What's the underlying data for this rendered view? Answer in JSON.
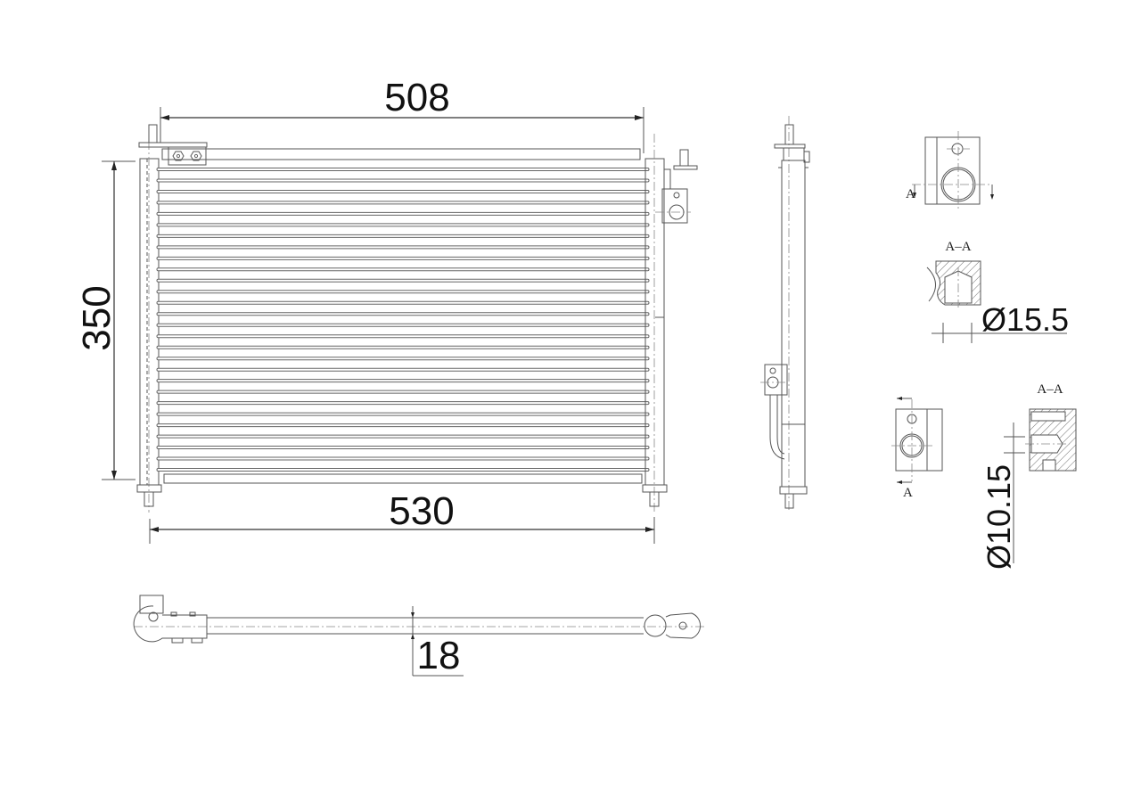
{
  "drawing": {
    "subject": "AC condenser technical drawing",
    "views": {
      "front": {
        "dim_top": "508",
        "dim_left": "350",
        "dim_bottom": "530",
        "tube_count": 28
      },
      "side": {},
      "bottom": {
        "dim_thickness": "18"
      },
      "detail_inlet": {
        "section_marker": "A",
        "section_label": "A–A",
        "diameter": "Ø15.5"
      },
      "detail_outlet": {
        "section_marker": "A",
        "section_label": "A–A",
        "diameter": "Ø10.15"
      }
    },
    "colors": {
      "line": "#555555",
      "text": "#111111",
      "background": "#ffffff"
    }
  }
}
